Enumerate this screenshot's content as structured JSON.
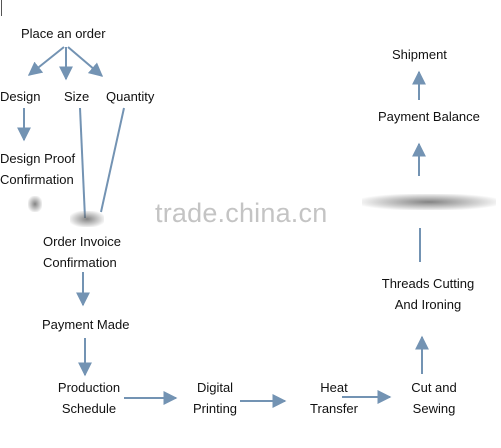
{
  "nodes": {
    "place_order": "Place an order",
    "design": "Design",
    "size": "Size",
    "quantity": "Quantity",
    "design_proof_1": "Design Proof",
    "design_proof_2": "Confirmation",
    "order_invoice_1": "Order Invoice",
    "order_invoice_2": "Confirmation",
    "payment_made": "Payment Made",
    "production_1": "Production",
    "production_2": "Schedule",
    "digital_1": "Digital",
    "digital_2": "Printing",
    "heat_1": "Heat",
    "heat_2": "Transfer",
    "cut_1": "Cut and",
    "cut_2": "Sewing",
    "threads_1": "Threads Cutting",
    "threads_2": "And Ironing",
    "payment_balance": "Payment Balance",
    "shipment": "Shipment"
  },
  "watermark": "trade.china.cn",
  "colors": {
    "arrow": "#7393b3",
    "text": "#111111",
    "watermark": "#c4c4c4"
  }
}
